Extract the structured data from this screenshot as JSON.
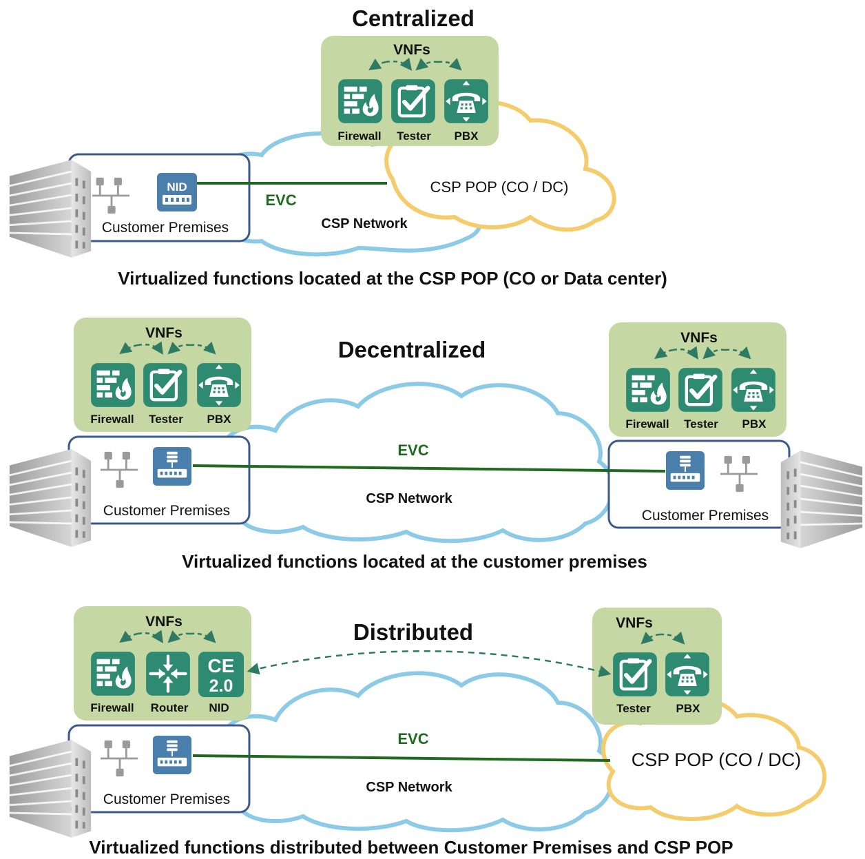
{
  "colors": {
    "vnf_panel": "#c5d8a4",
    "vnf_icon": "#2e8b72",
    "evc_line": "#1e6b1e",
    "net_cloud": "#8ccbe8",
    "pop_cloud": "#f5cc6b",
    "premises_border": "#3b5a8a",
    "device": "#4a7eab"
  },
  "centralized": {
    "title": "Centralized",
    "vnf_heading": "VNFs",
    "vnfs": [
      {
        "label": "Firewall",
        "icon": "firewall-icon"
      },
      {
        "label": "Tester",
        "icon": "tester-icon"
      },
      {
        "label": "PBX",
        "icon": "pbx-icon"
      }
    ],
    "premises_label": "Customer Premises",
    "nid_label": "NID",
    "evc_label": "EVC",
    "network_label": "CSP Network",
    "pop_label": "CSP POP (CO / DC)",
    "caption": "Virtualized functions located at the CSP POP (CO or Data center)"
  },
  "decentralized": {
    "title": "Decentralized",
    "left_vnf_heading": "VNFs",
    "left_vnfs": [
      {
        "label": "Firewall",
        "icon": "firewall-icon"
      },
      {
        "label": "Tester",
        "icon": "tester-icon"
      },
      {
        "label": "PBX",
        "icon": "pbx-icon"
      }
    ],
    "right_vnf_heading": "VNFs",
    "right_vnfs": [
      {
        "label": "Firewall",
        "icon": "firewall-icon"
      },
      {
        "label": "Tester",
        "icon": "tester-icon"
      },
      {
        "label": "PBX",
        "icon": "pbx-icon"
      }
    ],
    "left_premises_label": "Customer Premises",
    "right_premises_label": "Customer Premises",
    "evc_label": "EVC",
    "network_label": "CSP Network",
    "caption": "Virtualized functions located at the customer premises"
  },
  "distributed": {
    "title": "Distributed",
    "left_vnf_heading": "VNFs",
    "left_vnfs": [
      {
        "label": "Firewall",
        "icon": "firewall-icon"
      },
      {
        "label": "Router",
        "icon": "router-icon"
      },
      {
        "label": "NID",
        "icon": "ce20-icon"
      }
    ],
    "ce_badge_top": "CE",
    "ce_badge_bottom": "2.0",
    "right_vnf_heading": "VNFs",
    "right_vnfs": [
      {
        "label": "Tester",
        "icon": "tester-icon"
      },
      {
        "label": "PBX",
        "icon": "pbx-icon"
      }
    ],
    "premises_label": "Customer Premises",
    "evc_label": "EVC",
    "network_label": "CSP Network",
    "pop_label": "CSP POP (CO / DC)",
    "caption": "Virtualized functions distributed between Customer Premises and CSP POP"
  }
}
